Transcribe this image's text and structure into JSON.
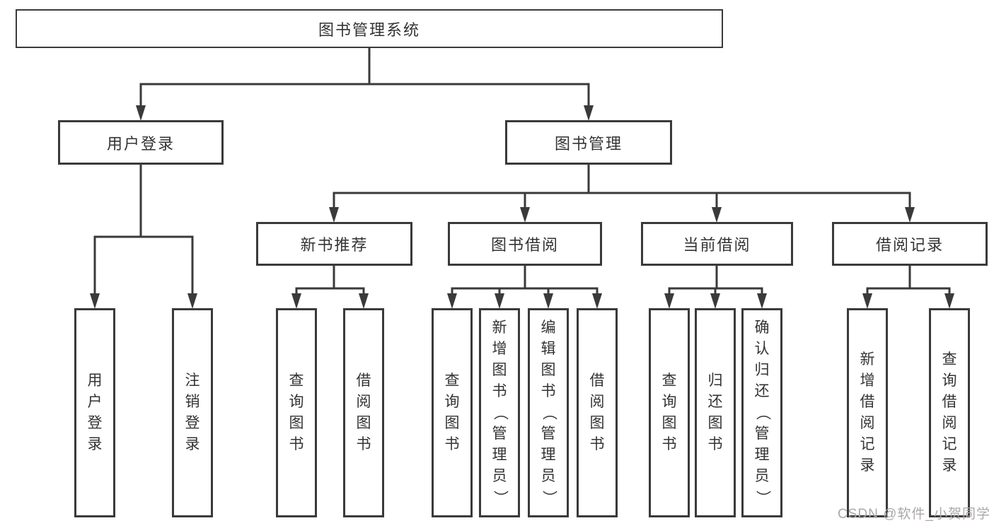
{
  "tree": {
    "root": {
      "label": "图书管理系统",
      "children": [
        {
          "label": "用户登录",
          "children": [
            {
              "label": "用户登录"
            },
            {
              "label": "注销登录"
            }
          ]
        },
        {
          "label": "图书管理",
          "children": [
            {
              "label": "新书推荐",
              "children": [
                {
                  "label": "查询图书"
                },
                {
                  "label": "借阅图书"
                }
              ]
            },
            {
              "label": "图书借阅",
              "children": [
                {
                  "label": "查询图书"
                },
                {
                  "label": "新增图书（管理员）"
                },
                {
                  "label": "编辑图书（管理员）"
                },
                {
                  "label": "借阅图书"
                }
              ]
            },
            {
              "label": "当前借阅",
              "children": [
                {
                  "label": "查询图书"
                },
                {
                  "label": "归还图书"
                },
                {
                  "label": "确认归还（管理员）"
                }
              ]
            },
            {
              "label": "借阅记录",
              "children": [
                {
                  "label": "新增借阅记录"
                },
                {
                  "label": "查询借阅记录"
                }
              ]
            }
          ]
        }
      ]
    }
  },
  "watermark": "CSDN @软件_小贺同学",
  "colors": {
    "line": "#3a3a3a",
    "box_border": "#3a3a3a",
    "text": "#333333",
    "background": "#ffffff",
    "watermark": "#ada7a7"
  }
}
